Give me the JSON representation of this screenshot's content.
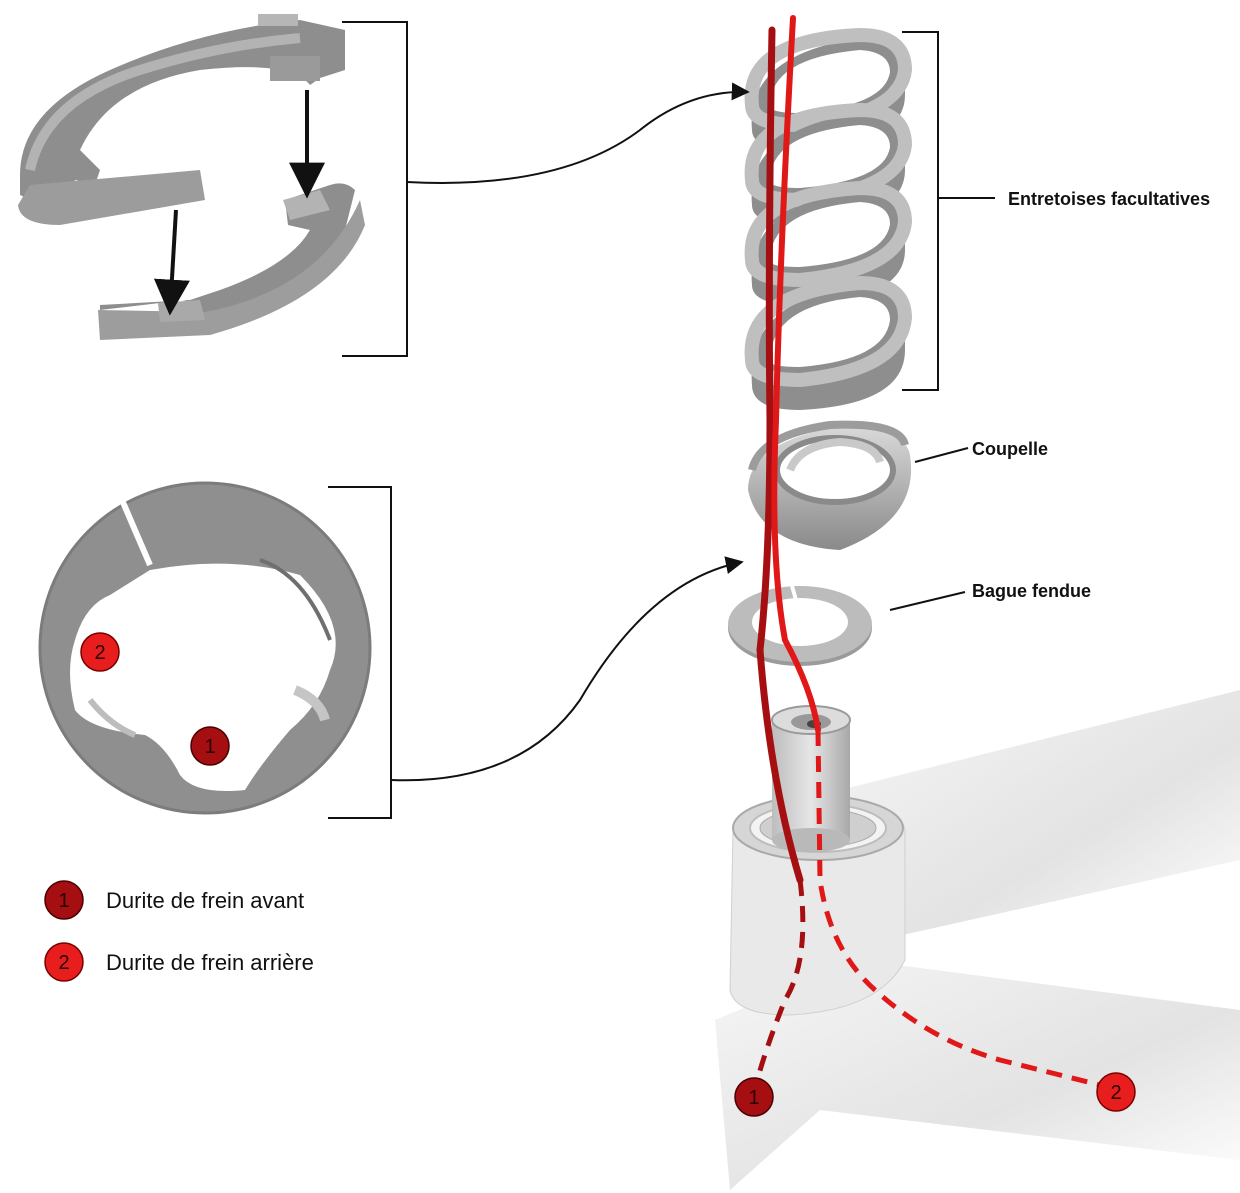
{
  "labels": {
    "spacers": "Entretoises facultatives",
    "cup": "Coupelle",
    "split_ring": "Bague fendue"
  },
  "legend": [
    {
      "number": "1",
      "text": "Durite de frein avant",
      "color": "#a50f12"
    },
    {
      "number": "2",
      "text": "Durite de frein arrière",
      "color": "#e81e1e"
    }
  ],
  "badges": {
    "ring_top": "2",
    "ring_bottom": "1",
    "exit_front": "1",
    "exit_rear": "2"
  },
  "colors": {
    "part_gray": "#8f8f8f",
    "part_dark": "#6e6e6e",
    "part_light": "#c4c4c4",
    "frame_light": "#ececec",
    "hose_front": "#a50f12",
    "hose_rear": "#e81e1e",
    "line": "#111111"
  }
}
